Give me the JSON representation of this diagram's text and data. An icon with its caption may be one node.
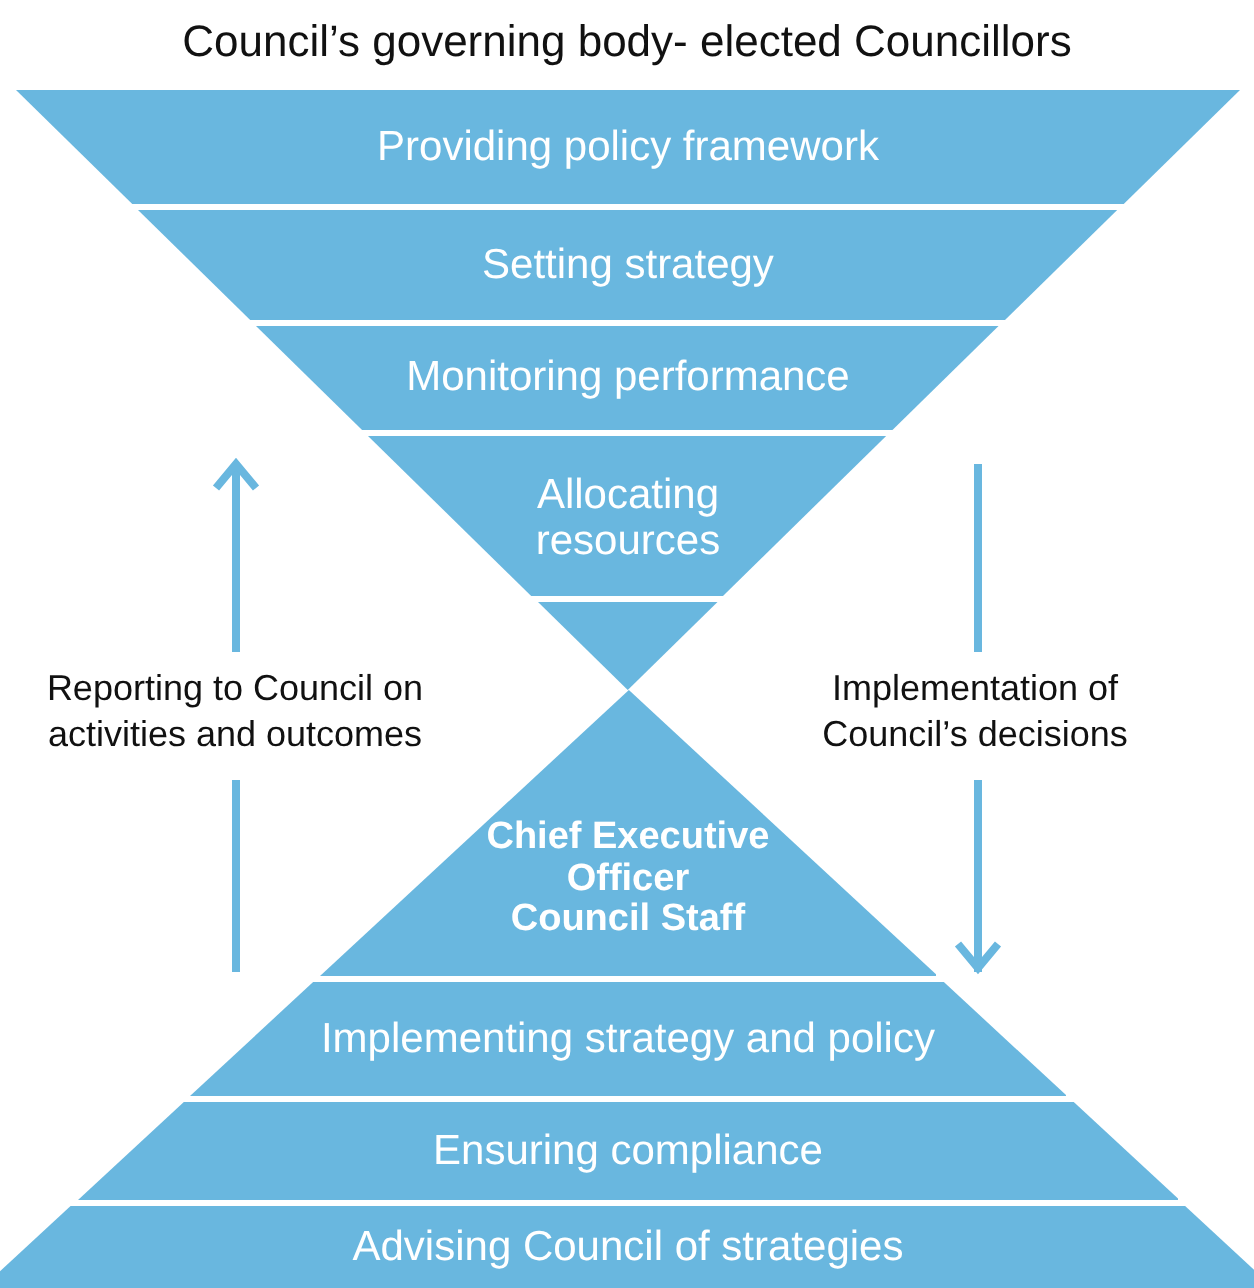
{
  "diagram": {
    "title": "Council’s governing body- elected Councillors",
    "nodes": [
      {
        "text": [
          "Providing policy framework"
        ]
      },
      {
        "text": [
          "Setting strategy"
        ]
      },
      {
        "text": [
          "Monitoring performance"
        ]
      },
      {
        "text": [
          "Allocating resources"
        ]
      },
      {
        "text": [],
        "shape": "triangle"
      },
      {
        "text": [
          "Chief Executive Officer",
          "Council Staff"
        ]
      },
      {
        "text": [
          "Implementing strategy and policy"
        ]
      },
      {
        "text": [
          "Ensuring compliance"
        ]
      },
      {
        "text": [
          "Advising Council of strategies"
        ]
      }
    ],
    "labels": [
      "Reporting to Council on activities and outcomes",
      "Implementation of Council’s decisions"
    ]
  }
}
